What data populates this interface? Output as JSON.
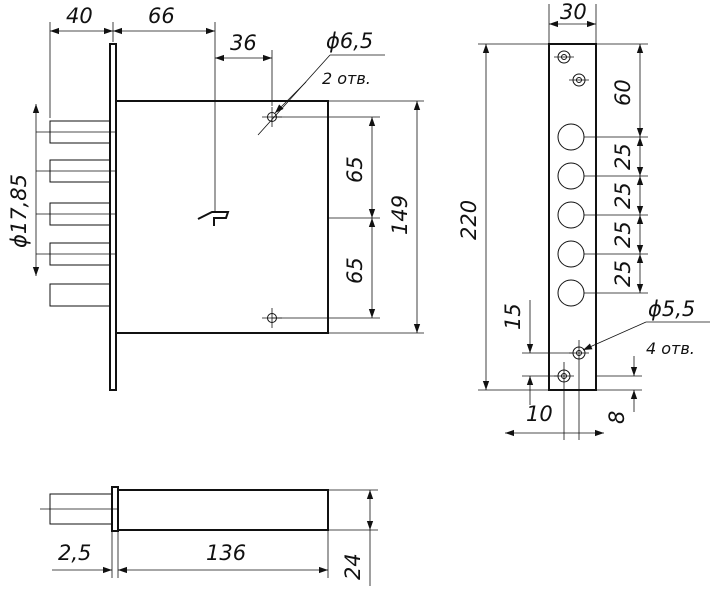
{
  "front_view": {
    "dims": {
      "width_40": "40",
      "width_66": "66",
      "width_36": "36",
      "hole_dia": "ϕ6,5",
      "hole_count": "2 отв.",
      "dia_bolts": "ϕ17,85",
      "spacing_upper": "65",
      "spacing_lower": "65",
      "height_149": "149"
    }
  },
  "side_view": {
    "dims": {
      "width_30": "30",
      "top_60": "60",
      "pitch_1": "25",
      "pitch_2": "25",
      "pitch_3": "25",
      "pitch_4": "25",
      "height_220": "220",
      "offset_15": "15",
      "hole_dia": "ϕ5,5",
      "hole_count": "4 отв.",
      "offset_10": "10",
      "bottom_8": "8"
    }
  },
  "bottom_view": {
    "dims": {
      "plate_2_5": "2,5",
      "length_136": "136",
      "thickness_24": "24"
    }
  }
}
